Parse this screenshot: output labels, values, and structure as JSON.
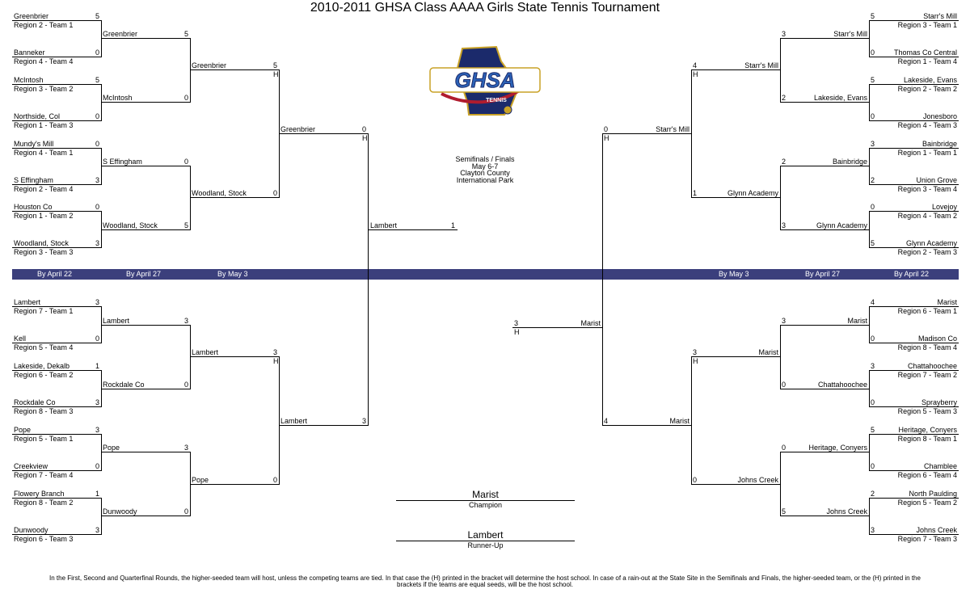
{
  "title": "2010-2011 GHSA Class AAAA Girls State Tennis Tournament",
  "logo": {
    "text": "GHSA",
    "subtext": "TENNIS",
    "colors": {
      "navy": "#1b2a6b",
      "gold": "#c9a227",
      "red": "#b01c2e",
      "blue": "#2c63b8"
    }
  },
  "info": {
    "line1": "Semifinals / Finals",
    "line2": "May 6-7",
    "line3": "Clayton County",
    "line4": "International Park"
  },
  "band": {
    "color": "#3b3f7c",
    "left": [
      "By April 22",
      "By April 27",
      "By May 3"
    ],
    "right": [
      "By May 3",
      "By April 27",
      "By April 22"
    ]
  },
  "champion": {
    "name": "Marist",
    "label": "Champion"
  },
  "runner_up": {
    "name": "Lambert",
    "label": "Runner-Up"
  },
  "host_marker": "H",
  "footnote": {
    "line1": "In the First, Second and Quarterfinal Rounds, the higher-seeded team will host, unless the competing teams are tied.  In that case the (H) printed in the bracket will determine the host school.  In case of a rain-out at the State Site in the Semifinals and Finals, the higher-seeded team, or the (H) printed in the",
    "line2": "brackets if the teams are equal seeds, will be the host school."
  },
  "bracket": {
    "left_r1": [
      {
        "name": "Greenbrier",
        "seed": "Region 2 - Team 1",
        "score": "5"
      },
      {
        "name": "Banneker",
        "seed": "Region 4 - Team 4",
        "score": "0"
      },
      {
        "name": "McIntosh",
        "seed": "Region 3 - Team 2",
        "score": "5"
      },
      {
        "name": "Northside, Col",
        "seed": "Region 1 - Team 3",
        "score": "0"
      },
      {
        "name": "Mundy's Mill",
        "seed": "Region 4 - Team 1",
        "score": "0"
      },
      {
        "name": "S Effingham",
        "seed": "Region 2 - Team 4",
        "score": "3"
      },
      {
        "name": "Houston Co",
        "seed": "Region 1 - Team 2",
        "score": "0"
      },
      {
        "name": "Woodland, Stock",
        "seed": "Region 3 - Team 3",
        "score": "3"
      },
      {
        "name": "Lambert",
        "seed": "Region 7 - Team 1",
        "score": "3"
      },
      {
        "name": "Kell",
        "seed": "Region 5 - Team 4",
        "score": "0"
      },
      {
        "name": "Lakeside, Dekalb",
        "seed": "Region 6 - Team 2",
        "score": "1"
      },
      {
        "name": "Rockdale Co",
        "seed": "Region 8 - Team 3",
        "score": "3"
      },
      {
        "name": "Pope",
        "seed": "Region 5 - Team 1",
        "score": "3"
      },
      {
        "name": "Creekview",
        "seed": "Region 7 - Team 4",
        "score": "0"
      },
      {
        "name": "Flowery Branch",
        "seed": "Region 8 - Team 2",
        "score": "1"
      },
      {
        "name": "Dunwoody",
        "seed": "Region 6 - Team 3",
        "score": "3"
      }
    ],
    "left_r2": [
      {
        "name": "Greenbrier",
        "score": "5"
      },
      {
        "name": "McIntosh",
        "score": "0"
      },
      {
        "name": "S Effingham",
        "score": "0"
      },
      {
        "name": "Woodland, Stock",
        "score": "5"
      },
      {
        "name": "Lambert",
        "score": "3"
      },
      {
        "name": "Rockdale Co",
        "score": "0"
      },
      {
        "name": "Pope",
        "score": "3"
      },
      {
        "name": "Dunwoody",
        "score": "0"
      }
    ],
    "left_r3": [
      {
        "name": "Greenbrier",
        "score": "5",
        "host": true
      },
      {
        "name": "Woodland, Stock",
        "score": "0"
      },
      {
        "name": "Lambert",
        "score": "3",
        "host": true
      },
      {
        "name": "Pope",
        "score": "0"
      }
    ],
    "left_r4": [
      {
        "name": "Greenbrier",
        "score": "0",
        "host": true
      },
      {
        "name": "Lambert",
        "score": "3"
      }
    ],
    "left_final": {
      "name": "Lambert",
      "score": "1"
    },
    "right_r1": [
      {
        "name": "Starr's Mill",
        "seed": "Region 3 - Team 1",
        "score": "5"
      },
      {
        "name": "Thomas Co Central",
        "seed": "Region 1 - Team 4",
        "score": "0"
      },
      {
        "name": "Lakeside, Evans",
        "seed": "Region 2 - Team 2",
        "score": "5"
      },
      {
        "name": "Jonesboro",
        "seed": "Region 4 - Team 3",
        "score": "0"
      },
      {
        "name": "Bainbridge",
        "seed": "Region 1 - Team 1",
        "score": "3"
      },
      {
        "name": "Union Grove",
        "seed": "Region 3 - Team 4",
        "score": "2"
      },
      {
        "name": "Lovejoy",
        "seed": "Region 4 - Team 2",
        "score": "0"
      },
      {
        "name": "Glynn Academy",
        "seed": "Region 2 - Team 3",
        "score": "5"
      },
      {
        "name": "Marist",
        "seed": "Region 6 - Team 1",
        "score": "4"
      },
      {
        "name": "Madison Co",
        "seed": "Region 8 - Team 4",
        "score": "0"
      },
      {
        "name": "Chattahoochee",
        "seed": "Region 7 - Team 2",
        "score": "3"
      },
      {
        "name": "Sprayberry",
        "seed": "Region 5 - Team 3",
        "score": "0"
      },
      {
        "name": "Heritage, Conyers",
        "seed": "Region 8 - Team 1",
        "score": "5"
      },
      {
        "name": "Chamblee",
        "seed": "Region 6 - Team 4",
        "score": "0"
      },
      {
        "name": "North Paulding",
        "seed": "Region 5 - Team 2",
        "score": "2"
      },
      {
        "name": "Johns Creek",
        "seed": "Region 7 - Team 3",
        "score": "3"
      }
    ],
    "right_r2": [
      {
        "name": "Starr's Mill",
        "score": "3"
      },
      {
        "name": "Lakeside, Evans",
        "score": "2"
      },
      {
        "name": "Bainbridge",
        "score": "2"
      },
      {
        "name": "Glynn Academy",
        "score": "3"
      },
      {
        "name": "Marist",
        "score": "3"
      },
      {
        "name": "Chattahoochee",
        "score": "0"
      },
      {
        "name": "Heritage, Conyers",
        "score": "0"
      },
      {
        "name": "Johns Creek",
        "score": "5"
      }
    ],
    "right_r3": [
      {
        "name": "Starr's Mill",
        "score": "4",
        "host": true
      },
      {
        "name": "Glynn Academy",
        "score": "1"
      },
      {
        "name": "Marist",
        "score": "3",
        "host": true
      },
      {
        "name": "Johns Creek",
        "score": "0"
      }
    ],
    "right_r4": [
      {
        "name": "Starr's Mill",
        "score": "0",
        "host": true
      },
      {
        "name": "Marist",
        "score": "4"
      }
    ],
    "right_final": {
      "name": "Marist",
      "score": "3",
      "host": true
    }
  }
}
